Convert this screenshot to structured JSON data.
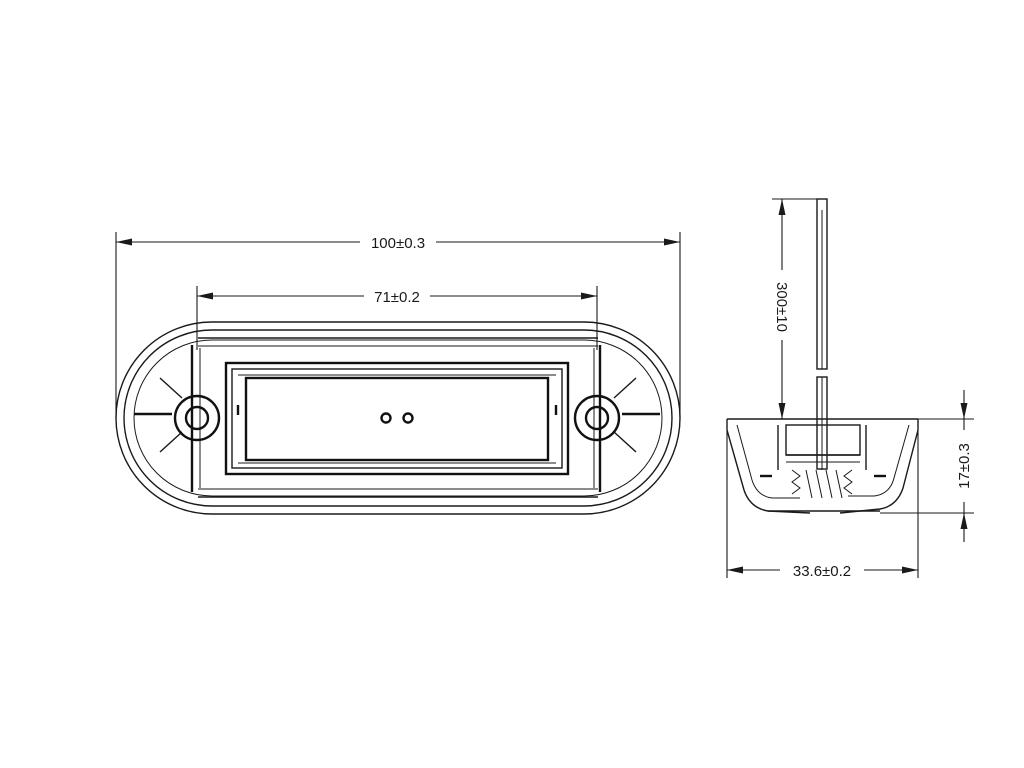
{
  "front_view": {
    "overall_length": "100±0.3",
    "hole_spacing": "71±0.2"
  },
  "side_view": {
    "cable_length": "300±10",
    "height": "17±0.3",
    "width": "33.6±0.2"
  },
  "colors": {
    "line": "#1a1a1a",
    "background": "#ffffff"
  }
}
